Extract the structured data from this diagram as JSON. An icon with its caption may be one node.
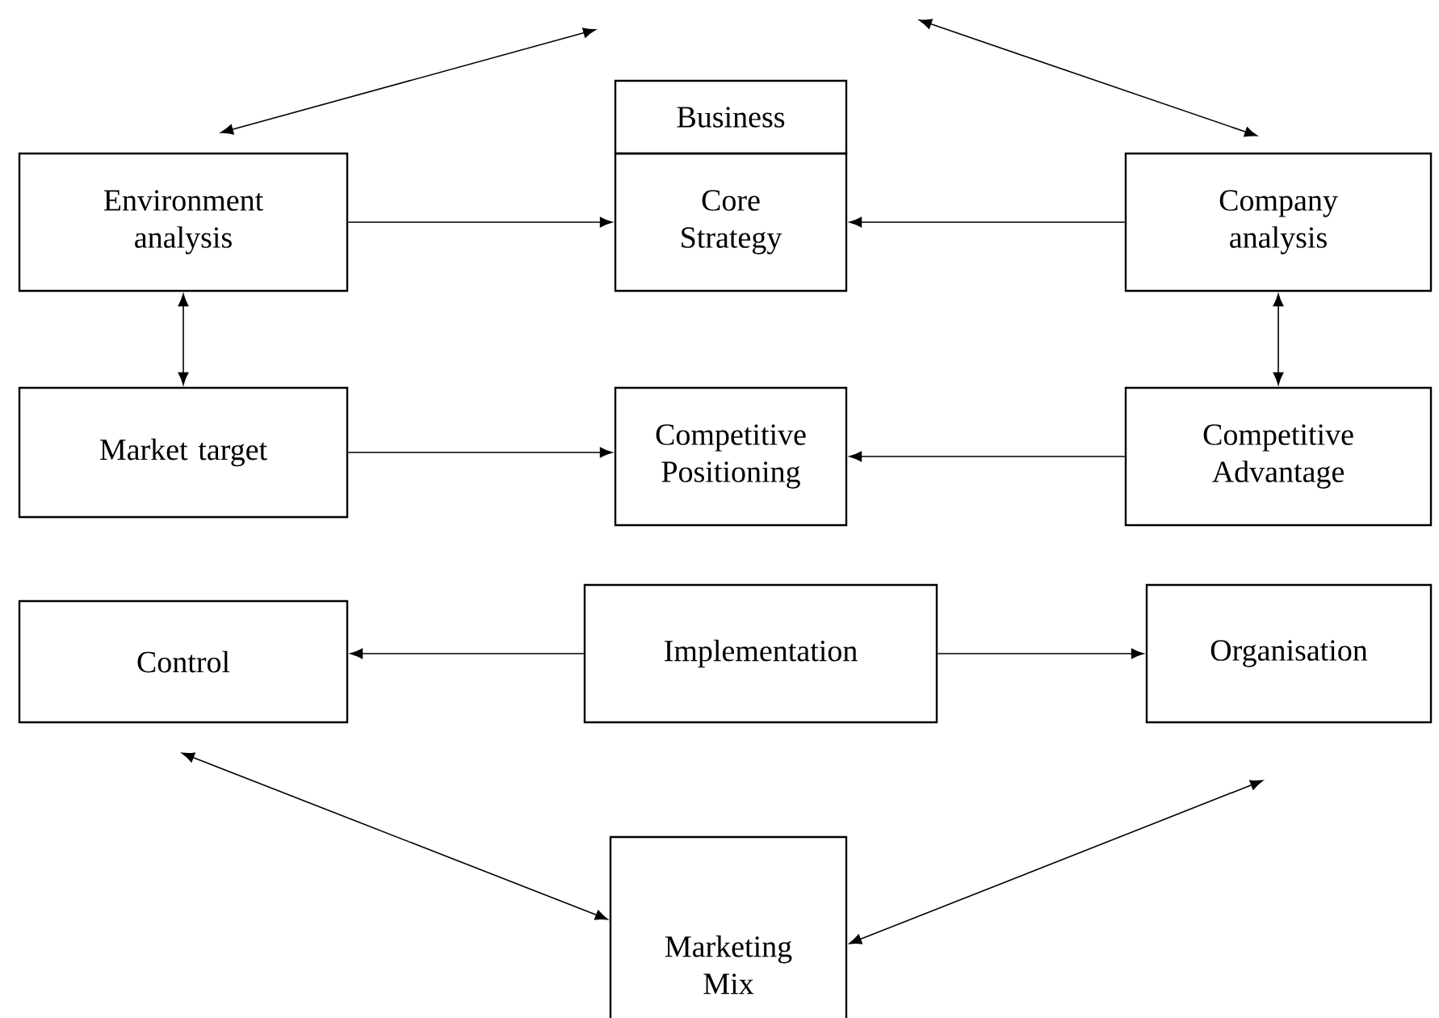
{
  "diagram": {
    "nodes": [
      {
        "text": [
          "Environment analysis"
        ]
      },
      {
        "text": [
          "Business"
        ]
      },
      {
        "text": [
          "Core Strategy"
        ]
      },
      {
        "text": [
          "Company analysis"
        ]
      },
      {
        "text": [
          "Market target"
        ]
      },
      {
        "text": [
          "Competitive Positioning"
        ]
      },
      {
        "text": [
          "Competitive Advantage"
        ]
      },
      {
        "text": [
          "Control"
        ]
      },
      {
        "text": [
          "Implementation"
        ]
      },
      {
        "text": [
          "Organisation"
        ]
      },
      {
        "text": [
          "Marketing Mix"
        ]
      }
    ],
    "edges": [
      {
        "from": null,
        "to": 0,
        "arrow": "both"
      },
      {
        "from": null,
        "to": 3,
        "arrow": "both"
      },
      {
        "from": 0,
        "to": 2,
        "arrow": "to"
      },
      {
        "from": 3,
        "to": 2,
        "arrow": "to"
      },
      {
        "from": 0,
        "to": 4,
        "arrow": "both"
      },
      {
        "from": 3,
        "to": 6,
        "arrow": "both"
      },
      {
        "from": 4,
        "to": 5,
        "arrow": "to"
      },
      {
        "from": 6,
        "to": 5,
        "arrow": "to"
      },
      {
        "from": 8,
        "to": 7,
        "arrow": "to"
      },
      {
        "from": 8,
        "to": 9,
        "arrow": "to"
      },
      {
        "from": 7,
        "to": 10,
        "arrow": "both"
      },
      {
        "from": 9,
        "to": 10,
        "arrow": "both"
      }
    ]
  }
}
